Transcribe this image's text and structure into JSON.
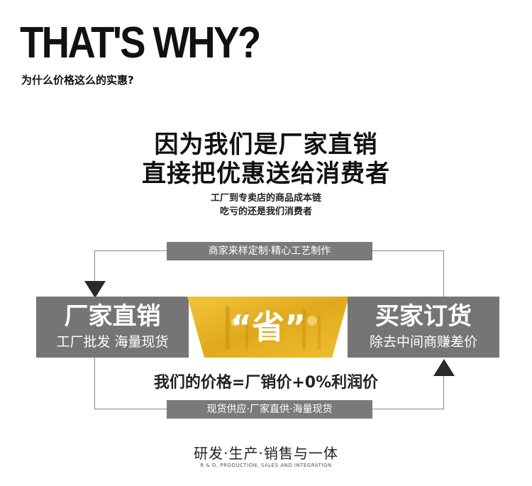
{
  "header": {
    "headline": "THAT'S WHY?",
    "subhead": "为什么价格这么的实惠?"
  },
  "intro": {
    "line1": "因为我们是厂家直销",
    "line2": "直接把优惠送给消费者",
    "note1": "工厂到专卖店的商品成本链",
    "note2": "吃亏的还是我们消费者"
  },
  "flow": {
    "top_label": "商家来样定制·精心工艺制作",
    "bottom_label": "现货供应·厂家直供·海量现货",
    "left_panel": {
      "title": "厂家直销",
      "subtitle": "工厂批发 海量现货"
    },
    "center_panel": {
      "title": "“省”"
    },
    "right_panel": {
      "title": "买家订货",
      "subtitle": "除去中间商赚差价"
    },
    "price_formula": "我们的价格=厂销价+0%利润价",
    "colors": {
      "panel": "#757575",
      "center_gold": "#e9b824",
      "line": "#888888"
    }
  },
  "footer": {
    "title": "研发·生产·销售与一体",
    "subtitle": "R & D, PRODUCTION, SALES AND INTEGRATION"
  }
}
